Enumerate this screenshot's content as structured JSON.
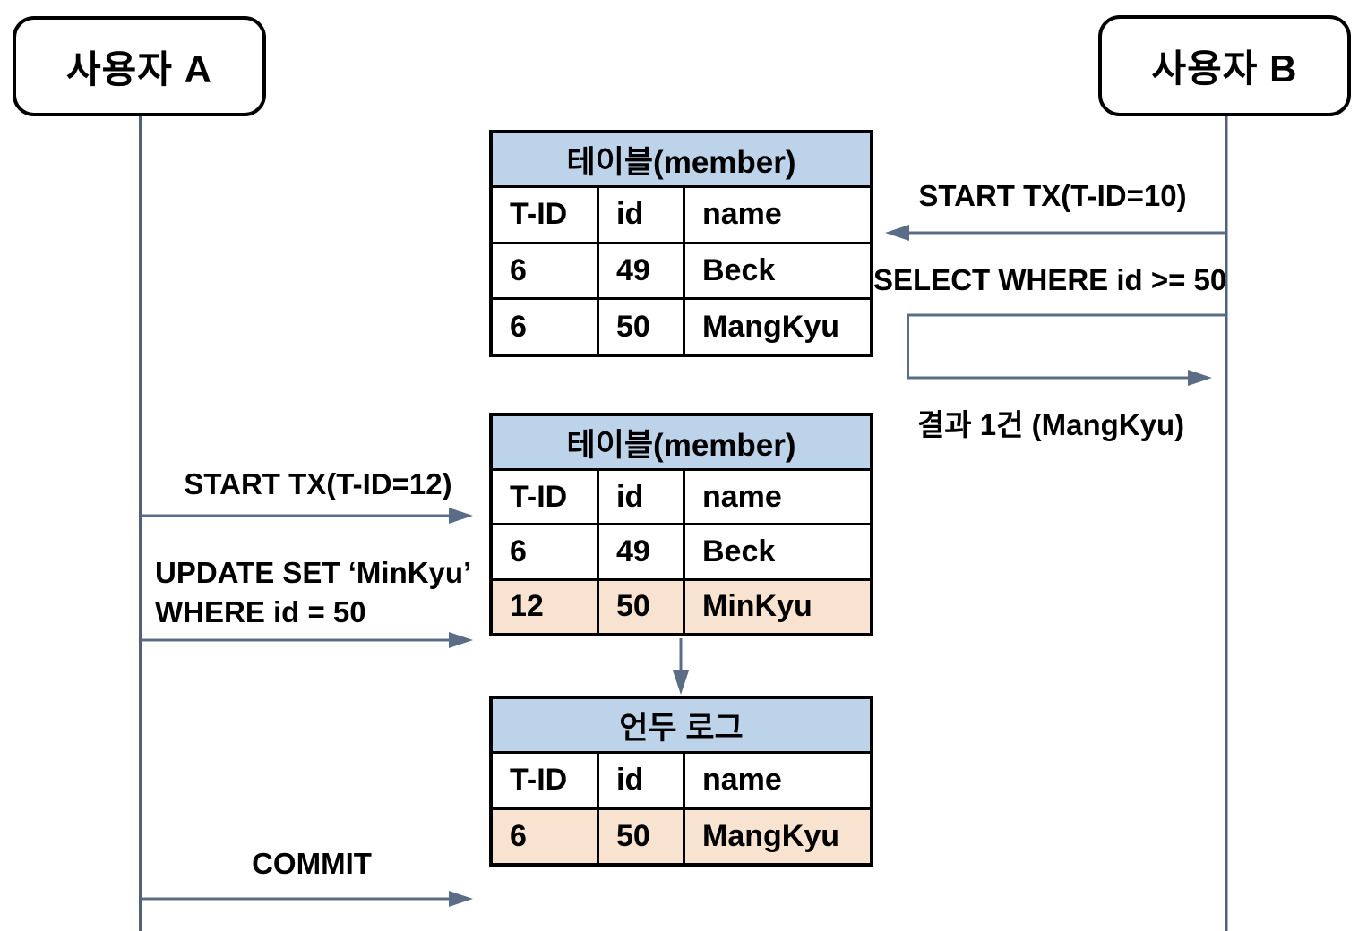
{
  "actors": {
    "a": "사용자 A",
    "b": "사용자 B"
  },
  "tables": [
    {
      "title": "테이블(member)",
      "columns": [
        "T-ID",
        "id",
        "name"
      ],
      "rows": [
        {
          "cells": [
            "6",
            "49",
            "Beck"
          ]
        },
        {
          "cells": [
            "6",
            "50",
            "MangKyu"
          ]
        }
      ]
    },
    {
      "title": "테이블(member)",
      "columns": [
        "T-ID",
        "id",
        "name"
      ],
      "rows": [
        {
          "cells": [
            "6",
            "49",
            "Beck"
          ]
        },
        {
          "cells": [
            "12",
            "50",
            "MinKyu"
          ]
        }
      ]
    },
    {
      "title": "언두 로그",
      "columns": [
        "T-ID",
        "id",
        "name"
      ],
      "rows": [
        {
          "cells": [
            "6",
            "50",
            "MangKyu"
          ]
        }
      ]
    }
  ],
  "messages": {
    "b_start_tx": "START TX(T-ID=10)",
    "b_select": "SELECT WHERE id >= 50",
    "b_result": "결과 1건 (MangKyu)",
    "a_start_tx": "START TX(T-ID=12)",
    "a_update_line1": "UPDATE SET ‘MinKyu’",
    "a_update_line2": "WHERE id = 50",
    "a_commit": "COMMIT"
  },
  "colors": {
    "table_header_bg": "#bdd3ea",
    "highlight_row_bg": "#f8e3d0",
    "arrow": "#5b6c87",
    "lifeline": "#51617a",
    "border": "#000000"
  }
}
